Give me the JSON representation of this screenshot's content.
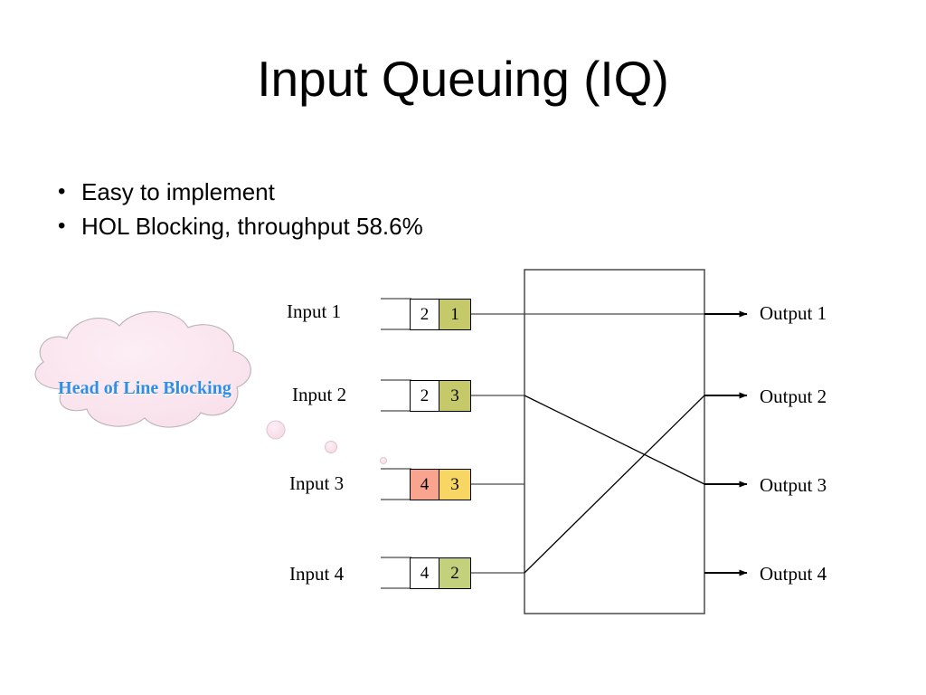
{
  "slide": {
    "title": "Input Queuing (IQ)",
    "bullets": [
      {
        "marker": "•",
        "text": "Easy to implement"
      },
      {
        "marker": "•",
        "text": "HOL Blocking, throughput 58.6%"
      }
    ]
  },
  "callout": {
    "text": "Head of Line Blocking",
    "fill": "#fbe4ec",
    "text_color": "#2f8fe8",
    "outline": "#b9b2b6"
  },
  "diagram": {
    "fabric_label": "",
    "line_color": "#000000",
    "inputs": [
      {
        "label": "Input 1",
        "cells": [
          {
            "value": "2",
            "fill": "#ffffff"
          },
          {
            "value": "1",
            "fill": "#c5c96a"
          }
        ]
      },
      {
        "label": "Input 2",
        "cells": [
          {
            "value": "2",
            "fill": "#ffffff"
          },
          {
            "value": "3",
            "fill": "#c5c96a"
          }
        ]
      },
      {
        "label": "Input 3",
        "cells": [
          {
            "value": "4",
            "fill": "#f9a48f"
          },
          {
            "value": "3",
            "fill": "#f8d663"
          }
        ]
      },
      {
        "label": "Input 4",
        "cells": [
          {
            "value": "4",
            "fill": "#ffffff"
          },
          {
            "value": "2",
            "fill": "#c3d17c"
          }
        ]
      }
    ],
    "outputs": [
      {
        "label": "Output 1"
      },
      {
        "label": "Output 2"
      },
      {
        "label": "Output 3"
      },
      {
        "label": "Output 4"
      }
    ],
    "connections": [
      {
        "from": "Input 1",
        "to": "Output 1",
        "kind": "straight"
      },
      {
        "from": "Input 2",
        "to": "Output 3",
        "kind": "diagonal"
      },
      {
        "from": "Input 4",
        "to": "Output 2",
        "kind": "diagonal"
      },
      {
        "from": "Input 3",
        "to": "",
        "kind": "blocked"
      }
    ],
    "thought_bubbles": [
      {
        "size": "large"
      },
      {
        "size": "medium"
      },
      {
        "size": "small"
      }
    ]
  }
}
